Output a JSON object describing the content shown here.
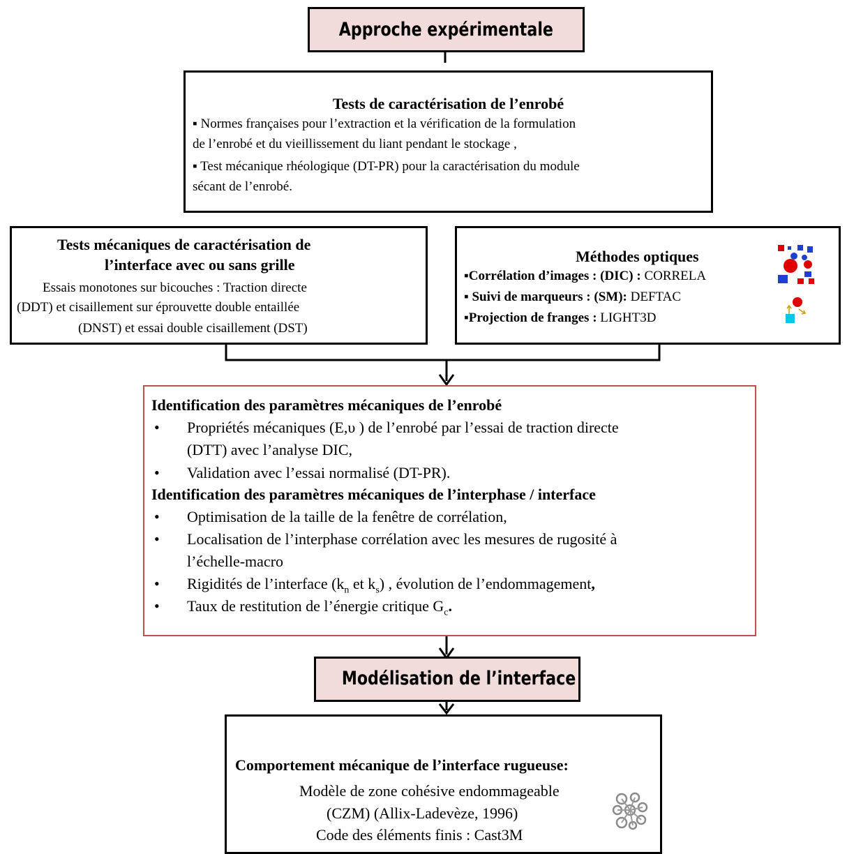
{
  "approach": {
    "title": "Approche expérimentale"
  },
  "enrobe_tests": {
    "title": "Tests de caractérisation de l’enrobé",
    "bullet1_line1": "▪ Normes françaises pour l’extraction et la vérification de la formulation",
    "bullet1_line2": "de l’enrobé et du vieillissement du liant pendant le stockage ,",
    "bullet2_line1": "▪ Test mécanique rhéologique (DT-PR) pour la caractérisation du module",
    "bullet2_line2": "sécant de l’enrobé."
  },
  "interface_tests": {
    "title_line1": "Tests mécaniques de caractérisation de",
    "title_line2": "l’interface avec ou sans grille",
    "line1": "Essais monotones sur bicouches : Traction directe",
    "line2": "(DDT)  et cisaillement sur éprouvette double entaillée",
    "line3": "(DNST)  et essai double cisaillement (DST)"
  },
  "optical": {
    "title": "Méthodes optiques",
    "items": [
      {
        "label": "▪Corrélation d’images : (DIC) : ",
        "value": "CORRELA"
      },
      {
        "label": "▪ Suivi de marqueurs :  (SM): ",
        "value": "DEFTAC"
      },
      {
        "label": "▪Projection de franges : ",
        "value": "LIGHT3D"
      }
    ]
  },
  "identification": {
    "heading1": "Identification des paramètres mécaniques de l’enrobé",
    "b1_line1": "Propriétés mécaniques (E,υ ) de l’enrobé par l’essai de traction directe",
    "b1_line2": "(DTT) avec l’analyse DIC,",
    "b2": "Validation avec l’essai normalisé (DT-PR).",
    "heading2": "Identification des paramètres mécaniques de l’interphase / interface",
    "b3": "Optimisation de la taille de la fenêtre de corrélation,",
    "b4_line1": "Localisation de l’interphase corrélation avec les mesures de rugosité à",
    "b4_line2": "l’échelle-macro",
    "b5_a": "Rigidités de l’interface  (k",
    "b5_sub1": "n",
    "b5_b": " et k",
    "b5_sub2": "s",
    "b5_c": ") , évolution de l’endommagement",
    "b5_d": ",",
    "b6_a": "Taux de restitution de l’énergie critique G",
    "b6_sub": "c",
    "b6_b": ".",
    "bullet_glyph": "•"
  },
  "modelisation": {
    "title": "Modélisation de l’interface"
  },
  "behaviour": {
    "title": "Comportement mécanique de l’interface rugueuse:",
    "line1": "Modèle de zone cohésive endommageable",
    "line2": "(CZM) (Allix-Ladevèze, 1996)",
    "line3": "Code des éléments finis : Cast3M"
  }
}
